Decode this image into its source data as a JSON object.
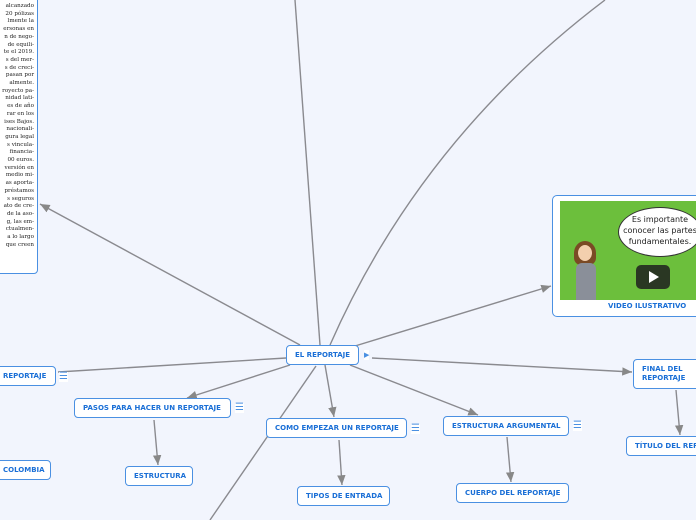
{
  "clipping": {
    "lines": [
      "alcanzado",
      "20 pólizas",
      "lmente la",
      "ersonas en",
      "n de nego-",
      "de equili-",
      "te el 2019.",
      "s del mer-",
      "s de creci-",
      "pasan por",
      "almente.",
      "royecto pa-",
      "nidad lati-",
      "es de año",
      "rar en los",
      "ises Bajos.",
      "nacionali-",
      "gura legal",
      "s vincula-",
      "financia-",
      "00 euros.",
      "versión en",
      "medio mi-",
      "as aporta-",
      "préstamos",
      "s seguros",
      "ato de cre-",
      "de la aso-",
      "g, las em-",
      "ctualmen-",
      "a lo largo",
      "que creen"
    ]
  },
  "video": {
    "bubble_text": "Es importante conocer las partes fundamentales.",
    "caption": "VIDEO ILUSTRATIVO",
    "icon": "play-icon"
  },
  "nodes": {
    "center": "EL REPORTAJE",
    "left_reportaje": "REPORTAJE",
    "pasos": "PASOS PARA HACER UN REPORTAJE",
    "estructura": "ESTRUCTURA",
    "colombia": "COLOMBIA",
    "como_empezar": "COMO EMPEZAR UN REPORTAJE",
    "tipos_entrada": "TIPOS DE ENTRADA",
    "estructura_argumental": "ESTRUCTURA ARGUMENTAL",
    "cuerpo": "CUERPO DEL REPORTAJE",
    "final": "FINAL DEL REPORTAJE",
    "titulo": "TÍTULO DEL REPORTAJE"
  },
  "colors": {
    "background": "#f2f5fd",
    "node_border": "#4a90e2",
    "node_text": "#1a6fd6",
    "link": "#888888"
  }
}
